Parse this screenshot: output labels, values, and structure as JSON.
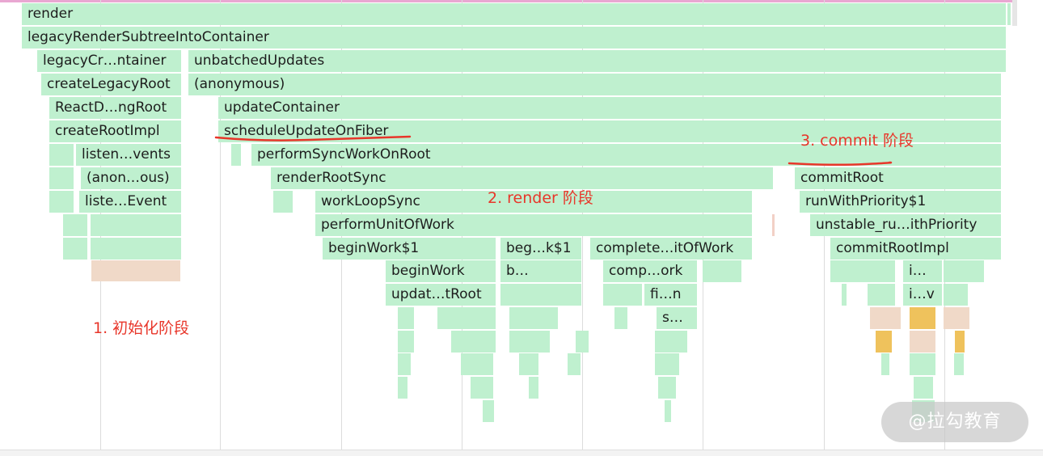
{
  "flame": {
    "render": "render",
    "legacyRenderSubtreeIntoContainer": "legacyRenderSubtreeIntoContainer",
    "legacyCreateRootFromDOMContainer": "legacyCr…ntainer",
    "unbatchedUpdates": "unbatchedUpdates",
    "createLegacyRoot": "createLegacyRoot",
    "anonymous": "(anonymous)",
    "ReactDOMBlockingRoot": "ReactD…ngRoot",
    "updateContainer": "updateContainer",
    "createRootImpl": "createRootImpl",
    "scheduleUpdateOnFiber": "scheduleUpdateOnFiber",
    "listenToAllSupportedEvents": "listen…vents",
    "performSyncWorkOnRoot": "performSyncWorkOnRoot",
    "anonymous2": "(anon…ous)",
    "renderRootSync": "renderRootSync",
    "listenToNativeEvent": "liste…Event",
    "workLoopSync": "workLoopSync",
    "performUnitOfWork": "performUnitOfWork",
    "beginWork1": "beginWork$1",
    "beginWork1b": "beg…k$1",
    "completeUnitOfWork": "complete…itOfWork",
    "beginWork": "beginWork",
    "b": "b…",
    "completeWork": "comp…ork",
    "updateHostRoot": "updat…tRoot",
    "fin": "fi…n",
    "s": "s…",
    "commitRoot": "commitRoot",
    "runWithPriority": "runWithPriority$1",
    "unstableRunWithPriority": "unstable_ru…ithPriority",
    "commitRootImpl": "commitRootImpl",
    "i1": "i…",
    "i2": "i…v"
  },
  "annotations": {
    "phase1": "1. 初始化阶段",
    "phase2": "2. render 阶段",
    "phase3": "3. commit 阶段",
    "accent": "#e8362a"
  },
  "watermark": "@拉勾教育",
  "colors": {
    "frame": "#bff0cf",
    "peach": "#f0d9c8",
    "yellow": "#efc25c"
  }
}
